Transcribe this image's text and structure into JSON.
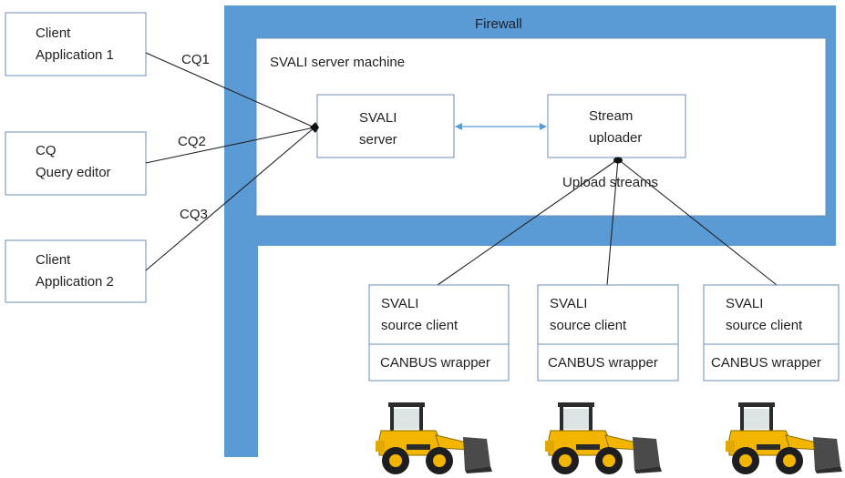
{
  "colors": {
    "firewall": "#5b9bd5",
    "box_border": "#6a8fb8",
    "connector": "#222222",
    "arrow": "#5b9bd5",
    "loader_body": "#f2b600"
  },
  "firewall": {
    "label": "Firewall"
  },
  "server_machine": {
    "label": "SVALI server machine"
  },
  "svali_server": {
    "line1": "SVALI",
    "line2": "server"
  },
  "stream_uploader": {
    "line1": "Stream",
    "line2": "uploader"
  },
  "upload_streams_label": "Upload streams",
  "clients": [
    {
      "line1": "Client",
      "line2": "Application 1",
      "connector_label": "CQ1"
    },
    {
      "line1": "CQ",
      "line2": "Query editor",
      "connector_label": "CQ2"
    },
    {
      "line1": "Client",
      "line2": "Application 2",
      "connector_label": "CQ3"
    }
  ],
  "source_clients": [
    {
      "line1": "SVALI",
      "line2": "source client",
      "wrapper": "CANBUS wrapper",
      "vehicle_icon": "wheel-loader-icon"
    },
    {
      "line1": "SVALI",
      "line2": "source client",
      "wrapper": "CANBUS wrapper",
      "vehicle_icon": "wheel-loader-icon"
    },
    {
      "line1": "SVALI",
      "line2": "source client",
      "wrapper": "CANBUS wrapper",
      "vehicle_icon": "wheel-loader-icon"
    }
  ]
}
